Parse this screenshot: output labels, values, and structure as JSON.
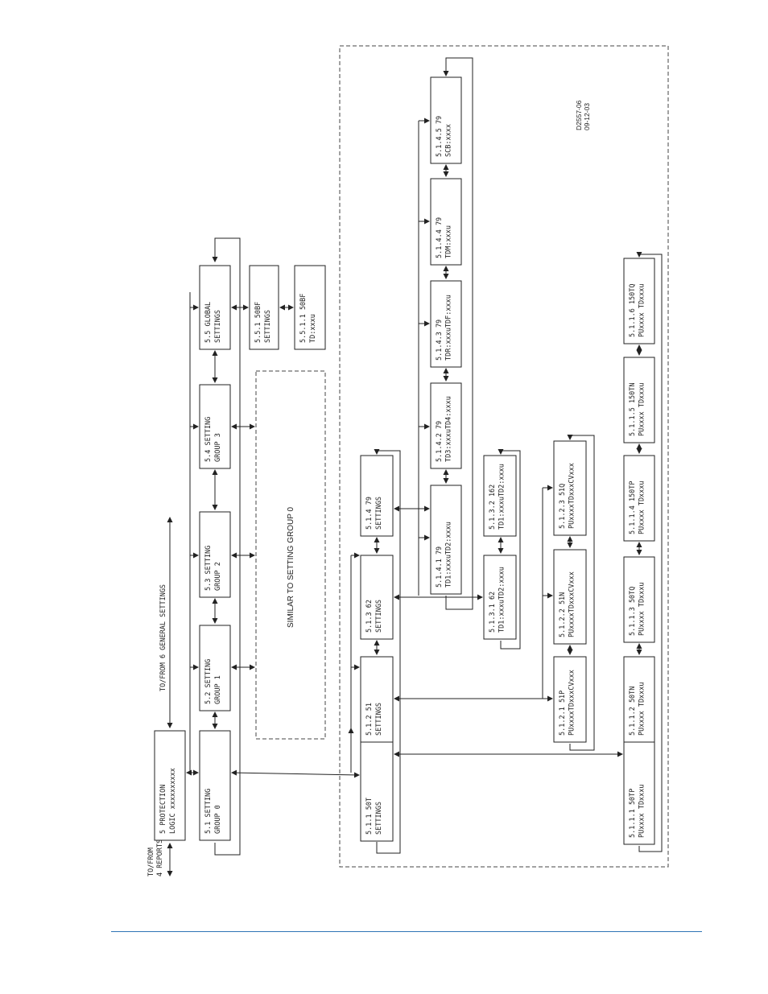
{
  "boxes": {
    "b5": [
      "5  PROTECTION",
      "LOGIC xxxxxxxxxx"
    ],
    "b51": [
      "5.1 SETTING",
      "GROUP 0"
    ],
    "b52": [
      "5.2 SETTING",
      "GROUP 1"
    ],
    "b53": [
      "5.3 SETTING",
      "GROUP 2"
    ],
    "b54": [
      "5.4 SETTING",
      "GROUP 3"
    ],
    "b55": [
      "5.5 GLOBAL",
      "SETTINGS"
    ],
    "b551": [
      "5.5.1  50BF",
      "SETTINGS"
    ],
    "b5511": [
      "5.5.1.1 50BF",
      "TD:xxxu"
    ],
    "b511": [
      "5.1.1   50T",
      "SETTINGS"
    ],
    "b512": [
      "5.1.2   51",
      "SETTINGS"
    ],
    "b513": [
      "5.1.3   62",
      "SETTINGS"
    ],
    "b514": [
      "5.1.4   79",
      "SETTINGS"
    ],
    "b5141": [
      "5.1.4.1 79",
      "TD1:xxxuTD2:xxxu"
    ],
    "b5142": [
      "5.1.4.2 79",
      "TD3:xxxuTD4:xxxu"
    ],
    "b5143": [
      "5.1.4.3 79",
      "TDR:xxxuTDF:xxxu"
    ],
    "b5144": [
      "5.1.4.4 79",
      "TDM:xxxu"
    ],
    "b5145": [
      "5.1.4.5 79",
      "SCB:xxxx"
    ],
    "b5131": [
      "5.1.3.1 62",
      "TD1:xxxuTD2:xxxu"
    ],
    "b5132": [
      "5.1.3.2 162",
      "TD1:xxxuTD2:xxxu"
    ],
    "b5121": [
      "5.1.2.1 51P",
      "PUxxxxTDxxxCVxxx"
    ],
    "b5122": [
      "5.1.2.2 51N",
      "PUxxxxTDxxxCVxxx"
    ],
    "b5123": [
      "5.1.2.3 51Q",
      "PUxxxxTDxxxCVxxx"
    ],
    "b5111": [
      "5.1.1.1 50TP",
      "PUxxxx TDxxxu"
    ],
    "b5112": [
      "5.1.1.2 50TN",
      "PUxxxx TDxxxu"
    ],
    "b5113": [
      "5.1.1.3 50TQ",
      "PUxxxx TDxxxu"
    ],
    "b5114": [
      "5.1.1.4 150TP",
      "PUxxxx TDxxxu"
    ],
    "b5115": [
      "5.1.1.5 150TN",
      "PUxxxx TDxxxu"
    ],
    "b5116": [
      "5.1.1.6 150TQ",
      "PUxxxx TDxxxu"
    ]
  },
  "labels": {
    "to_from_reports": [
      "TO/FROM",
      "4 REPORTS"
    ],
    "to_from_general": "TO/FROM 6 GENERAL SETTINGS",
    "similar": "SIMILAR TO SETTING GROUP 0",
    "drawing_id": [
      "D2557-06",
      "09-12-03"
    ]
  },
  "colors": {
    "line": "#222222",
    "footer_rule": "#2e74b5"
  }
}
